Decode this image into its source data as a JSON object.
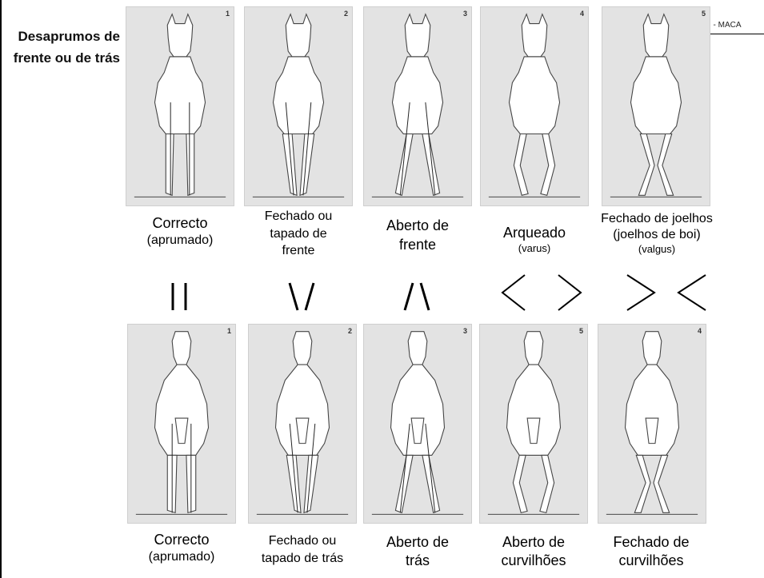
{
  "title": "Desaprumos de frente ou de trás",
  "header_fragment": ": - MACA",
  "front_panels": [
    {
      "num": "1"
    },
    {
      "num": "2"
    },
    {
      "num": "3"
    },
    {
      "num": "4"
    },
    {
      "num": "5"
    }
  ],
  "back_panels": [
    {
      "num": "1"
    },
    {
      "num": "2"
    },
    {
      "num": "3"
    },
    {
      "num": "5"
    },
    {
      "num": "4"
    }
  ],
  "front_labels": [
    {
      "main": "Correcto",
      "sub": "(aprumado)",
      "extra": ""
    },
    {
      "main": "Fechado ou tapado de frente",
      "sub": "",
      "extra": ""
    },
    {
      "main": "Aberto de frente",
      "sub": "",
      "extra": ""
    },
    {
      "main": "Arqueado",
      "sub": "(varus)",
      "extra": ""
    },
    {
      "main": "Fechado de joelhos",
      "sub": "(joelhos de boi)",
      "extra": "(valgus)"
    }
  ],
  "symbols": [
    "parallel",
    "converging-down",
    "diverging-down",
    "angle-brackets-out",
    "angle-brackets-in"
  ],
  "back_labels": [
    {
      "main": "Correcto",
      "sub": "(aprumado)"
    },
    {
      "main": "Fechado ou tapado de trás",
      "sub": ""
    },
    {
      "main": "Aberto de trás",
      "sub": ""
    },
    {
      "main": "Aberto de curvilhões",
      "sub": ""
    },
    {
      "main": "Fechado de curvilhões",
      "sub": ""
    }
  ]
}
